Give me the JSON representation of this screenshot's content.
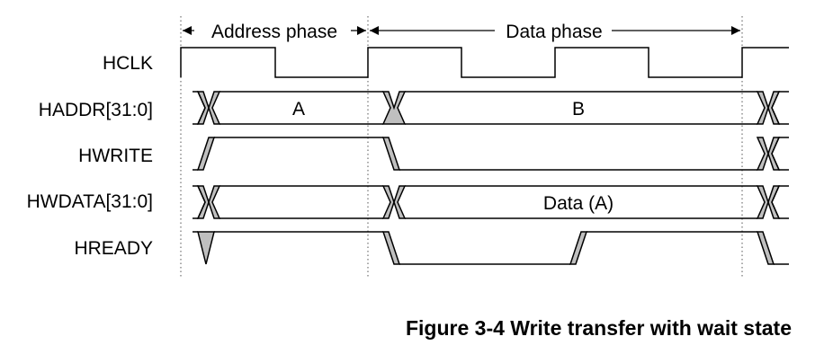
{
  "phases": {
    "address": "Address phase",
    "data": "Data phase"
  },
  "signals": {
    "hclk": "HCLK",
    "haddr": "HADDR[31:0]",
    "hwrite": "HWRITE",
    "hwdata": "HWDATA[31:0]",
    "hready": "HREADY"
  },
  "values": {
    "haddr_a": "A",
    "haddr_b": "B",
    "hwdata_a": "Data (A)"
  },
  "caption": "Figure 3-4 Write transfer with wait state",
  "colors": {
    "line": "#000000",
    "transition_fill": "#bfbfbf",
    "guide": "#555555"
  }
}
